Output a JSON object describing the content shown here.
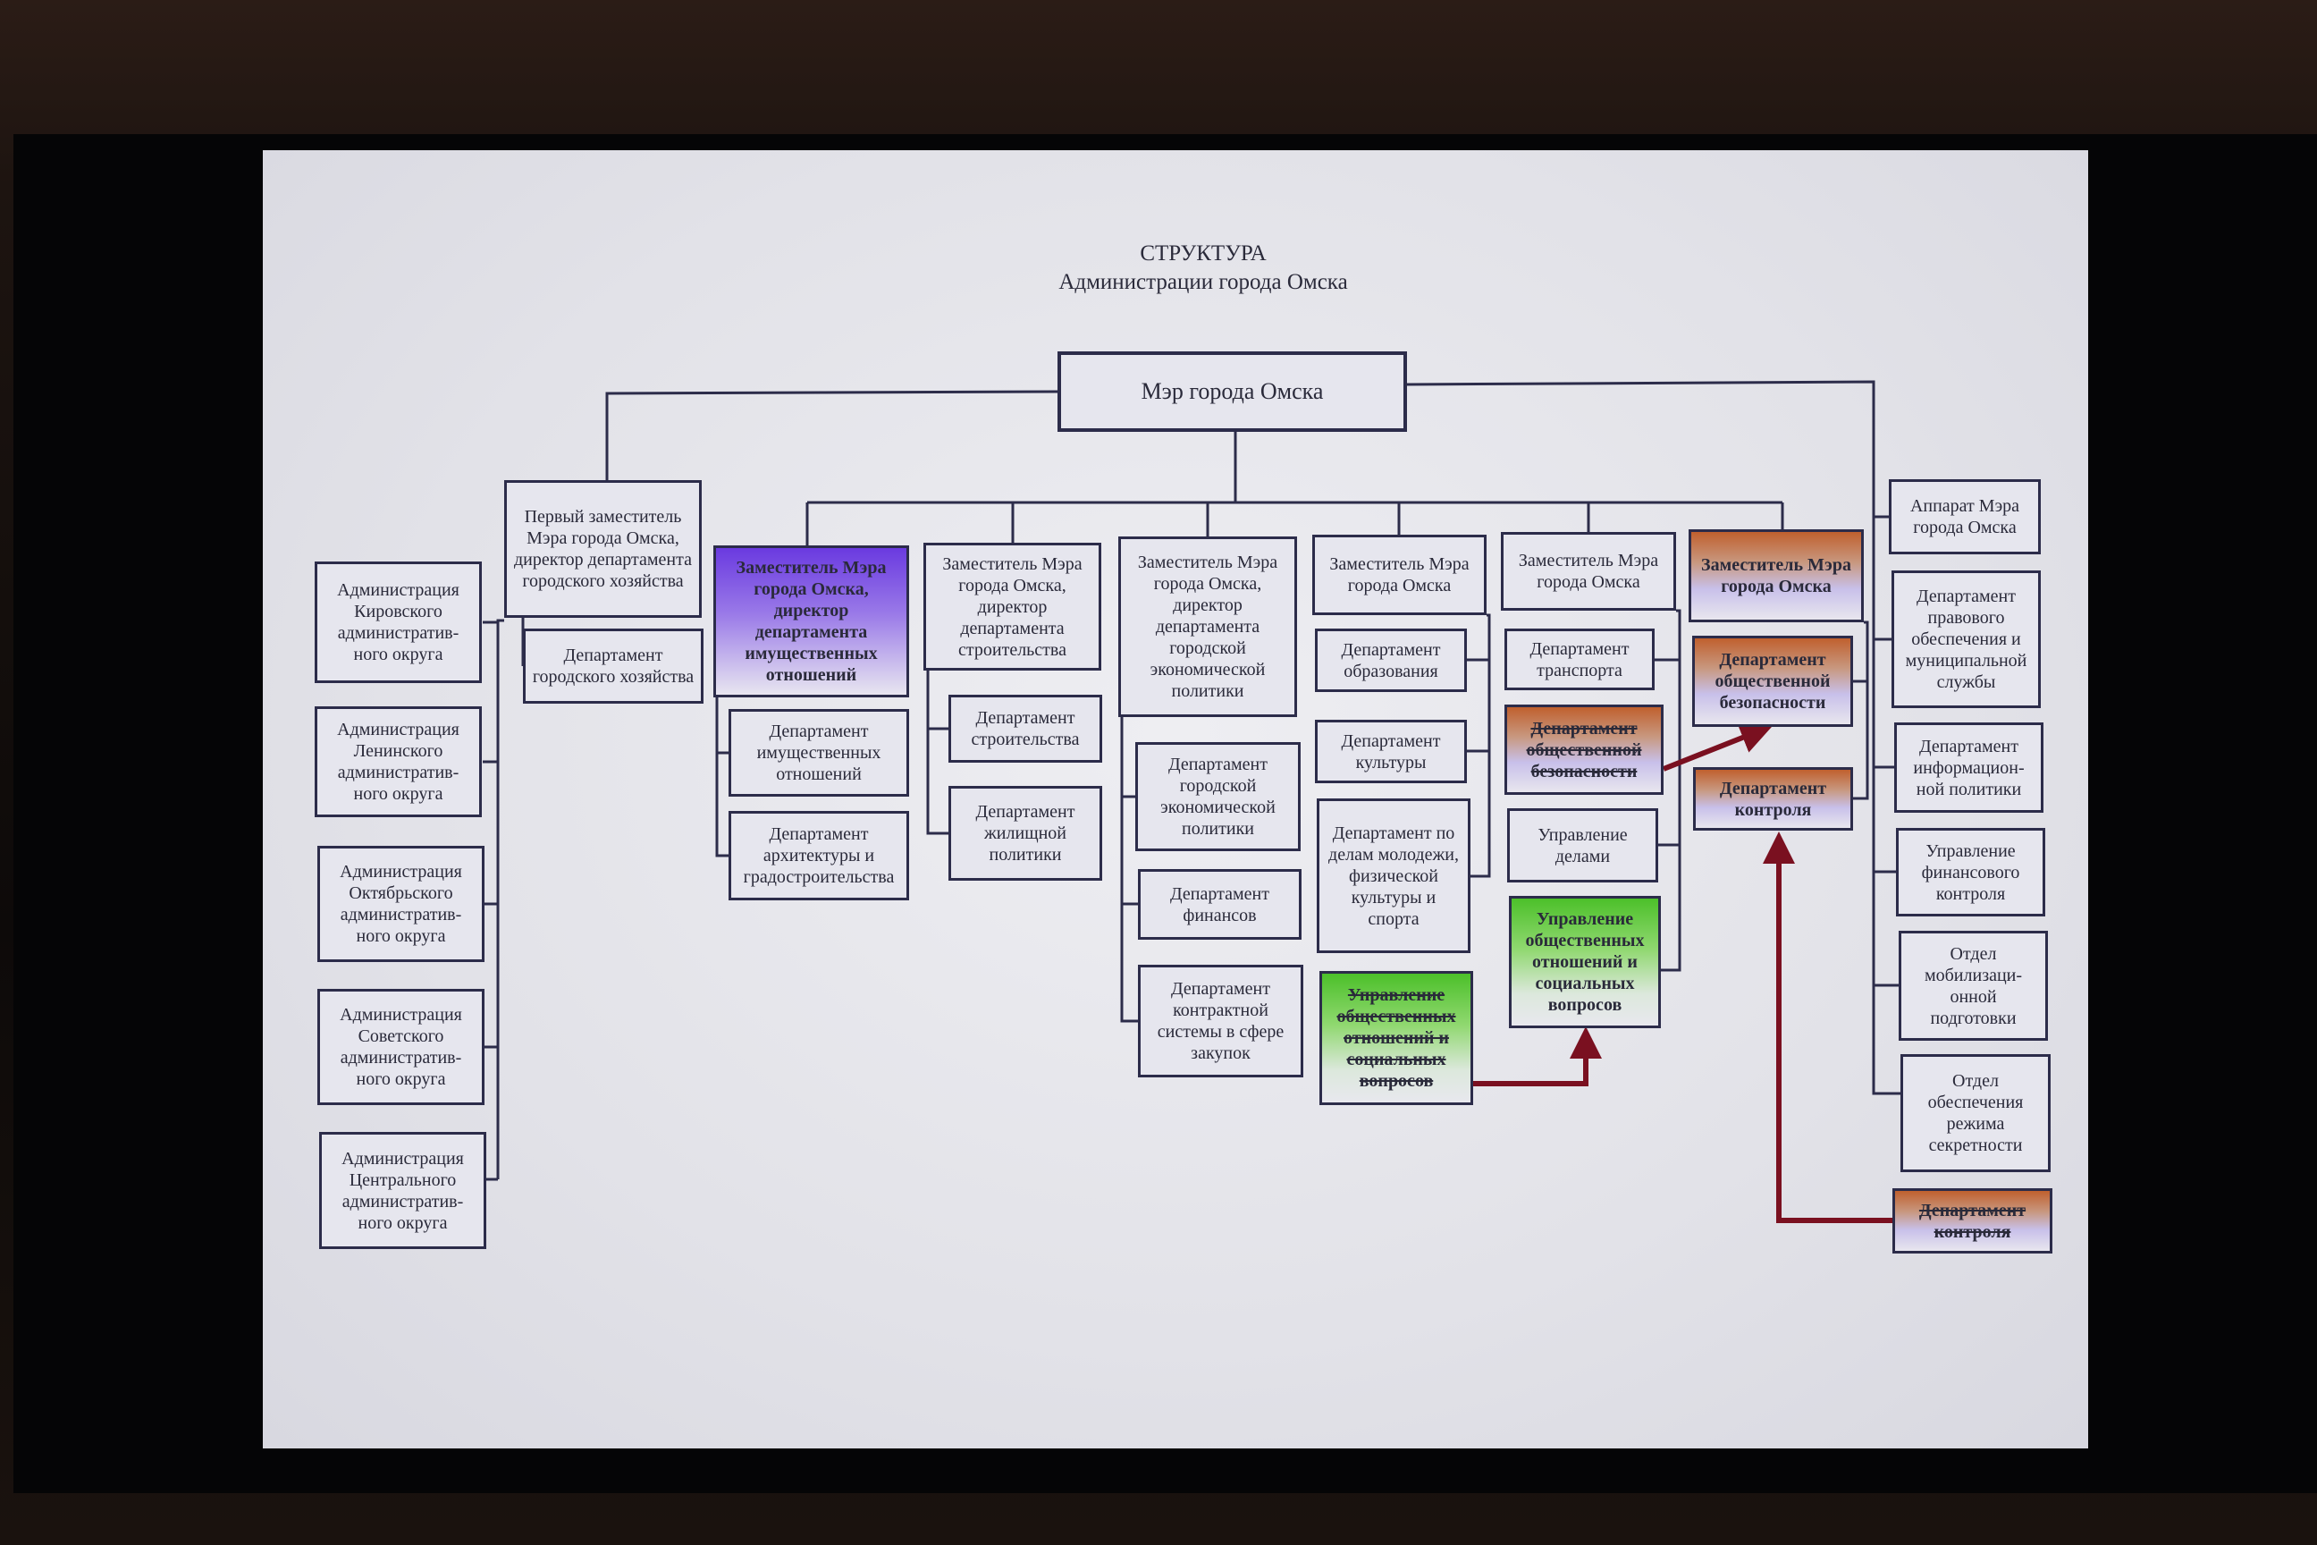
{
  "title": "СТРУКТУРА",
  "subtitle": "Администрации города Омска",
  "colors": {
    "arrow": "#7a1020",
    "line": "#2c2c4a",
    "purple": "#6a3ae0",
    "orange": "#c0602e",
    "green": "#4cc02a"
  },
  "boxes": [
    {
      "id": "mayor",
      "text": "Мэр города Омска",
      "fill": "none",
      "strikethrough": false
    },
    {
      "id": "first-deputy",
      "text": "Первый заместитель Мэра города Омска, директор департамента городского хозяйства",
      "fill": "none",
      "strikethrough": false
    },
    {
      "id": "dept-city-economy",
      "text": "Департамент городского хозяйства",
      "fill": "none",
      "strikethrough": false
    },
    {
      "id": "admin-kirov",
      "text": "Администрация Кировского административ-ного округа",
      "fill": "none",
      "strikethrough": false
    },
    {
      "id": "admin-lenin",
      "text": "Администрация Ленинского административ-ного округа",
      "fill": "none",
      "strikethrough": false
    },
    {
      "id": "admin-oktyabr",
      "text": "Администрация Октябрьского административ-ного округа",
      "fill": "none",
      "strikethrough": false
    },
    {
      "id": "admin-sovet",
      "text": "Администрация Советского административ-ного округа",
      "fill": "none",
      "strikethrough": false
    },
    {
      "id": "admin-central",
      "text": "Администрация Центрального административ-ного округа",
      "fill": "none",
      "strikethrough": false
    },
    {
      "id": "deputy-property",
      "text": "Заместитель Мэра города Омска, директор департамента имущественных отношений",
      "fill": "purple",
      "strikethrough": false
    },
    {
      "id": "dept-property",
      "text": "Департамент имущественных отношений",
      "fill": "none",
      "strikethrough": false
    },
    {
      "id": "dept-architecture",
      "text": "Департамент архитектуры и градостроительства",
      "fill": "none",
      "strikethrough": false
    },
    {
      "id": "deputy-construction",
      "text": "Заместитель Мэра города Омска, директор департамента строительства",
      "fill": "none",
      "strikethrough": false
    },
    {
      "id": "dept-construction",
      "text": "Департамент строительства",
      "fill": "none",
      "strikethrough": false
    },
    {
      "id": "dept-housing",
      "text": "Департамент жилищной политики",
      "fill": "none",
      "strikethrough": false
    },
    {
      "id": "deputy-economy",
      "text": "Заместитель Мэра города Омска, директор департамента городской экономической политики",
      "fill": "none",
      "strikethrough": false
    },
    {
      "id": "dept-economy",
      "text": "Департамент городской экономической политики",
      "fill": "none",
      "strikethrough": false
    },
    {
      "id": "dept-finance",
      "text": "Департамент финансов",
      "fill": "none",
      "strikethrough": false
    },
    {
      "id": "dept-procurement",
      "text": "Департамент контрактной системы в сфере закупок",
      "fill": "none",
      "strikethrough": false
    },
    {
      "id": "deputy-social",
      "text": "Заместитель Мэра города Омска",
      "fill": "none",
      "strikethrough": false
    },
    {
      "id": "dept-education",
      "text": "Департамент образования",
      "fill": "none",
      "strikethrough": false
    },
    {
      "id": "dept-culture",
      "text": "Департамент культуры",
      "fill": "none",
      "strikethrough": false
    },
    {
      "id": "dept-youth-sport",
      "text": "Департамент по делам молодежи, физической культуры и спорта",
      "fill": "none",
      "strikethrough": false
    },
    {
      "id": "office-public-relations-old",
      "text": "Управление общественных отношений и социальных вопросов",
      "fill": "green",
      "strikethrough": true
    },
    {
      "id": "deputy-transport",
      "text": "Заместитель Мэра города Омска",
      "fill": "none",
      "strikethrough": false
    },
    {
      "id": "dept-transport",
      "text": "Департамент транспорта",
      "fill": "none",
      "strikethrough": false
    },
    {
      "id": "dept-security-old",
      "text": "Департамент общественной безопасности",
      "fill": "orange",
      "strikethrough": true
    },
    {
      "id": "office-affairs",
      "text": "Управление делами",
      "fill": "none",
      "strikethrough": false
    },
    {
      "id": "office-public-relations-new",
      "text": "Управление общественных отношений и социальных вопросов",
      "fill": "green",
      "strikethrough": false
    },
    {
      "id": "deputy-security",
      "text": "Заместитель Мэра города Омска",
      "fill": "orange",
      "strikethrough": false
    },
    {
      "id": "dept-security-new",
      "text": "Департамент общественной безопасности",
      "fill": "orange",
      "strikethrough": false
    },
    {
      "id": "dept-control-new",
      "text": "Департамент контроля",
      "fill": "orange",
      "strikethrough": false
    },
    {
      "id": "mayor-office",
      "text": "Аппарат Мэра города Омска",
      "fill": "none",
      "strikethrough": false
    },
    {
      "id": "dept-legal",
      "text": "Департамент правового обеспечения и муниципальной службы",
      "fill": "none",
      "strikethrough": false
    },
    {
      "id": "dept-information",
      "text": "Департамент информацион-ной политики",
      "fill": "none",
      "strikethrough": false
    },
    {
      "id": "office-fin-control",
      "text": "Управление финансового контроля",
      "fill": "none",
      "strikethrough": false
    },
    {
      "id": "dept-mobilization",
      "text": "Отдел мобилизаци-онной подготовки",
      "fill": "none",
      "strikethrough": false
    },
    {
      "id": "dept-secrecy",
      "text": "Отдел обеспечения режима секретности",
      "fill": "none",
      "strikethrough": false
    },
    {
      "id": "dept-control-old",
      "text": "Департамент контроля",
      "fill": "orange",
      "strikethrough": true
    }
  ]
}
